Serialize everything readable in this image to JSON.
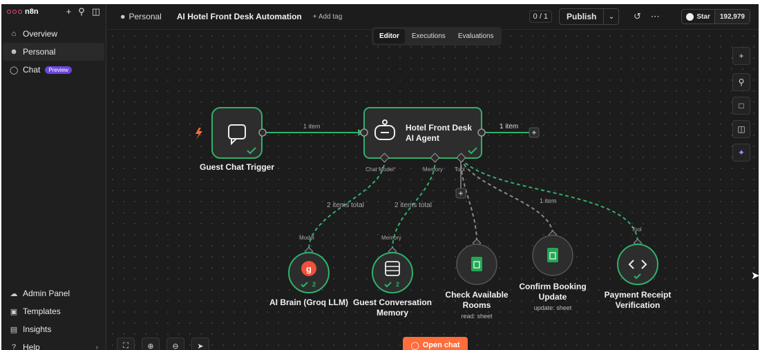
{
  "app": {
    "brand": "n8n"
  },
  "sidebar": {
    "items": [
      {
        "label": "Overview",
        "icon": "home-icon"
      },
      {
        "label": "Personal",
        "icon": "user-icon"
      },
      {
        "label": "Chat",
        "icon": "chat-icon",
        "badge": "Preview"
      }
    ],
    "bottom_items": [
      {
        "label": "Admin Panel",
        "icon": "cloud-icon"
      },
      {
        "label": "Templates",
        "icon": "templates-icon"
      },
      {
        "label": "Insights",
        "icon": "chart-icon"
      },
      {
        "label": "Help",
        "icon": "help-icon"
      }
    ]
  },
  "header": {
    "breadcrumb": "Personal",
    "workflow_title": "AI Hotel Front Desk Automation",
    "add_tag": "+ Add tag",
    "counter": "0 / 1",
    "publish": "Publish",
    "github_star": "Star",
    "github_count": "192,979"
  },
  "tabs": [
    "Editor",
    "Executions",
    "Evaluations"
  ],
  "nodes": {
    "trigger": {
      "label": "Guest Chat Trigger"
    },
    "agent": {
      "label1": "Hotel Front Desk",
      "label2": "AI Agent"
    },
    "llm": {
      "label": "AI Brain (Groq LLM)",
      "count": "2",
      "port": "Model"
    },
    "memory": {
      "label1": "Guest Conversation",
      "label2": "Memory",
      "count": "2",
      "port": "Memory"
    },
    "check": {
      "label1": "Check Available",
      "label2": "Rooms",
      "sub": "read: sheet"
    },
    "confirm": {
      "label1": "Confirm Booking",
      "label2": "Update",
      "sub": "update: sheet"
    },
    "payment": {
      "label1": "Payment Receipt",
      "label2": "Verification",
      "port": "Tool"
    }
  },
  "ports": {
    "chat_model": "Chat Model",
    "required_mark": "*",
    "memory": "Memory",
    "tool": "Tool"
  },
  "edges": {
    "trigger_to_agent": "1 item",
    "agent_out": "1 item",
    "model": "2 items total",
    "memory": "2 items total",
    "tool": "1 item"
  },
  "canvas": {
    "open_chat": "Open chat"
  },
  "colors": {
    "success": "#2fb26b",
    "accent": "#ff6d3a",
    "node_bg": "#2d2d2d",
    "tool_edge": "#2fb26b",
    "tool_edge_idle": "#8a8a8a"
  }
}
